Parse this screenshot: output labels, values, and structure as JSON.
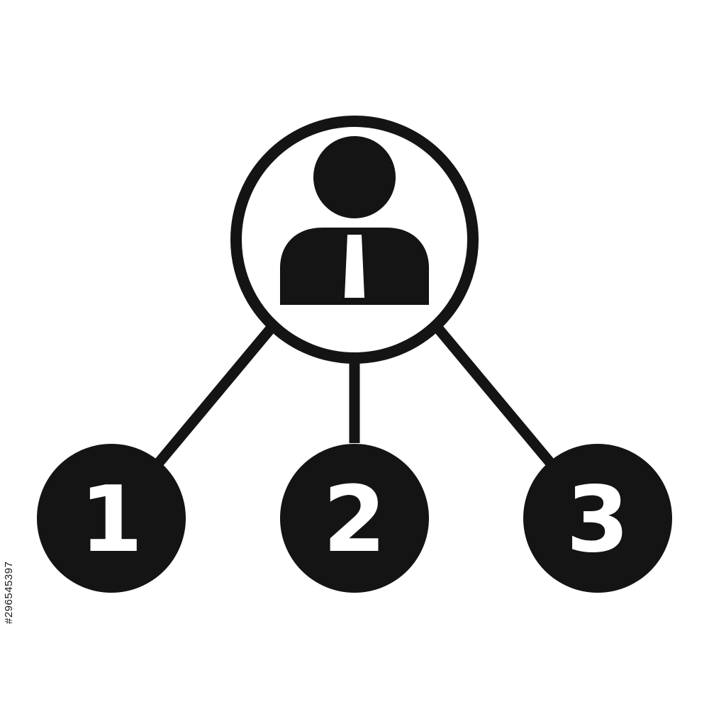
{
  "diagram": {
    "center_node": {
      "icon": "businessman-icon"
    },
    "child_nodes": [
      {
        "label": "1"
      },
      {
        "label": "2"
      },
      {
        "label": "3"
      }
    ]
  },
  "stock_id": "#296545397",
  "colors": {
    "ink": "#141414",
    "paper": "#ffffff"
  }
}
